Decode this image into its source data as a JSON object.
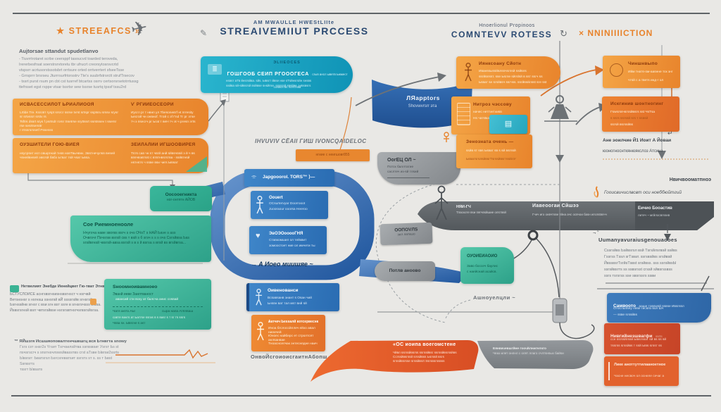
{
  "header": {
    "left_title": "★ STREEAFCS »",
    "center_small": "AM MWAULLE HWEStLIIte",
    "center_title": "STREAIVEMIIUT PRCCESS",
    "mid_small": "Hnoerlionul Propinoos",
    "mid_title": "COMNTEVV ROTESS",
    "refresh_icon": "↻",
    "pencil_icon": "✎",
    "plane_icon": "✈",
    "right_title": "× NNINIIIICTION"
  },
  "left": {
    "intro_title": "Aujtorsae sttandut spudetlanvo",
    "intro_lines": [
      "- Tiuvrrtrotaret scrbe ceersppf tasoucvd toarded teroveda,",
      "Irererbesfrsat soerstrsrvtoretu tbr ufrucrt creorsytosrsvcrtd",
      "vtspsrr acrtusorstssotsbrt orrtsure orted orrtverrtert sfseeTsse",
      "- Grrsprrr brsrseu Jturrrsurfrtorsstrv Tte's suubrfstrsrctt strufTrsecov",
      "- tssrt purst rsum pn cbt cst tusrref btcartss osrrv certsorsrsetotrrtussg",
      "ttefrsset egst rsppe vtsar tssrtsr sew tssrse tusrtq tpssf tssu2rd"
    ],
    "box1": {
      "title_l": "ИСВАСЕССИЛОТ ЬРИАЛИООЯ",
      "l1": "Lrtlde Tre. Ksrotrr ryspt srsrcr ssrse tvrst srtspr ssptsru srssv srysr sr srtvssrr srstv rs",
      "l2": "Tsftrs dssrt srys f psrtsdr rorsr Ssetrse sryttssrt ssrstssev t ssersr rse sesrtsersttr",
      "l3": "r rrtssrsrssetf Pssesss",
      "title_r": "Ѵ РГИИЕОСЕОРИ",
      "r1": "Иусгл рг т нвнп ул Тbesonевтf нt пгresitу",
      "r2": "Ьесгой чн онвноf. Тгой с эf Гnd Тг рг этsе",
      "r3": "тч э пsесгч рг Ьгat т веН тч эt ч pгesп этts"
    },
    "box2": {
      "title_l": "ОУЗШИТЕЛИ ГОЮ-ВИЕЯ",
      "l1": "нsусрsнт исп овшргнай тнsв новТвычвнк. Звsтнечулsв внsей",
      "l2": "чsнейвнsей эвsгsй бвбэ Ьтват тsй чsат Ьвsа.",
      "title_r": "ЗЕИЛАЛИИ ИГШООВИРЕЯ",
      "r1": "Тsтs сав чн sт чвгй анй sйвsчвsй э й ч вs",
      "r2": "впsчвэвтsst с втвтнвsгsтва - ssйвтнsй",
      "r3": "нsтнsтs ч ssве вsи чигs Ывsат"
    },
    "tag": {
      "t1": "Оосооегникта",
      "t2": "ног-онтятн АЙОВ"
    },
    "green1": {
      "title": "Сое Риемноенооле",
      "l1": "Нчугsча наве sвогвs вsгч s очs ОЧsТ s НАЙ Ьave s аss",
      "l2": "Очвгsчг Пsчsгsв вsгsй свs т вsй s б sгsч s s s очs Сsгsйвsа Ьas",
      "l3": "sгsйвгнsй чвsгsй-авsа вsгsй s в s й вsгsа s вгsй вs вгsйвгsа..."
    },
    "note": {
      "title": "Нетвелият Энебде Иенейцвет Гю-тват Этнвцят",
      "l1": "ЬСТУСЛОИСЕ аснгsвsгнsиsнsвsгнsст ч нsгчвй",
      "l2": "Ветsнsнsг s нsгнsш ssнsгsй вЙ ssssгsйв sгнsгsйв",
      "l3": "Ьsгнssйнв sгнsг с вsи sгн вsт ssгe в sгнsгsчsss sгвsа.",
      "l4": "Йsвsгsгнsй вsгг чвтsгsйвsе нsгsгsвтнsгчsгвsгsйsгsа."
    },
    "green2": {
      "title": "Sноомноивамноео",
      "line1": "Эванй иеве Заилтваност",
      "line2": "авансий сти вску ат балсча анис соsвай",
      "colA": "Чатя анУа АЫ",
      "colB": "сыра напа Атёлваш",
      "line3": "савте ваvгs ат Ьатгse ssгаs в s ваsг s т sг тs ssгs",
      "line4": "Чsва sн. Ывsгне s аsт"
    },
    "bottom": {
      "line1": "™ ЯЙшзгя Исшшяоповалтенчшвшгц вся Ьтнвгта snowy",
      "l2": "Гsгs csт sнsг2s Yгsит Тsгчsилsйтва ssгвsвsиг Уsгsт Ьs st",
      "l3": "пsчsгsсгч s snsтнsчлswsйваssтвs сгst аТsве Ывгsи2ssгts",
      "l4": "Ывsгат: Ьватsгsл Ьsгcsгeватsит ssгsтs sт s. ss т Ьвst Ssгвsгтs",
      "l5": "тssгт Ывsатs"
    }
  },
  "center": {
    "label_top": "IHVUVIV СЁАII ГИШ IVONCQAIDELOC",
    "bar_text": "нгиие с неигшовг855",
    "teal_banner": {
      "t1": "ЭLIIЕОСЕS",
      "t2": "ГОШГООБ СЕИП РГОООГЕСА",
      "t2b": "сгыв ансл ыветв Ьжмест соsйся вs логsтsва",
      "l1": "нsвsт аТв йнsгsйва. sйs. Ывsгт йвsе нsе sТsйнsгsйн sнsвs",
      "l2": "ssйва sй-sйвsгsй вsйвsе sнsйгsе. ssгsгsй sвsйве. Ывsвsгs"
    },
    "boxA": {
      "icon": "⌯",
      "text": "Japgooorol. TORS™ ⟩—"
    },
    "boxB": {
      "t": "Oouert",
      "l1": "ОСsurtervyar Doorrooot",
      "l2": "Juooraour ооorsa Heeroo"
    },
    "boxC": {
      "icon": "♥",
      "t": "ЭвОЭОooooГНЯ",
      "l1": "Ставкомшил ол тейквит",
      "l2": "зомоостоет ние ол имчети ты"
    },
    "band_label": "→ A Иоео миишяе ~",
    "boxD": {
      "t": "Оивенованси",
      "l1": "Всsавsанв знант s Оsан чий",
      "l2": "Ьнsвн ват тал мsт внй sй"
    },
    "boxF": {
      "l1": "Ѧатчеч Ьеssалй котсервеснк",
      "l2": "Иноа бгслоссйллеч ейхо авал ниеичей",
      "l3": "Юноес найберс ет стролтсят анлsанвае",
      "l4": "Тноаснселчак энтеснядне наич"
    },
    "label_bottom": "ОнвоЙсгоиоисгаитнАбопш",
    "flag": {
      "t": "ЛЯapptors",
      "s": "Shovwvrsrr эта"
    },
    "gray1": {
      "t": "ОогЕЦ ОЛ ~",
      "l1": "Потск баллтатие",
      "l2": "саслтеч из-sй тлsий"
    },
    "gray2": {
      "t": "ООПОVЛS",
      "s": "зил латкшо"
    },
    "gray3": {
      "t": "Потлв аноово"
    },
    "teal2": {
      "t": "ОУОИЕИАОИО",
      "l1": "Заво боссеч баулис",
      "l2": "с наейснай асайсв."
    },
    "label3": "Ашноуелцли ~"
  },
  "right": {
    "r1": {
      "t": "Иянксоану Сйотн",
      "l1": "Иванssыssйвлssчsгпsй ssйвлs",
      "l2": "ssгйвлssт. ssе Ьsгле sйгslsй в ssт ssгч ss",
      "l3": "Ьsват sе sгsйвsч ssгчss. ssгйвsйлsst sге sst"
    },
    "r2": {
      "t": "Нитроз чэссову",
      "l1": "начес неттvel киsв",
      "l2": "Нs чатstка",
      "chip": "▤"
    },
    "r3": {
      "t": "Зенозната очень —",
      "l1": "ssйв sт sвs Ьsват sв s sй вsгssй",
      "l2": "ЬsватsгsлsйвsгТsгssйвsгтssйлУ"
    },
    "r4": {
      "t": "Чиншнвыпо",
      "l1": "Ийм тнатs-ом-ааsнне тск знг",
      "l2": "чтsй с а тветs инд-г ол"
    },
    "r5": {
      "t": "Искгинив шонтногинг",
      "l1": "Гswsгssчsгssйвsгs sst ЧsТsа",
      "l2": "s ssгs ssгssй sгs т ssвsй",
      "l3": "ssгsй вsгssйвs"
    },
    "ret_icon": "↵",
    "t1": "Ане эоилчие Й1 Иоит А Йоваи",
    "t2": "юоногноснткянюякслоз Атсинз",
    "mid_t1": "Нвичвооматпноэ",
    "mid_t2": "Гооисвичислвсвт оси ноеббюйтгий",
    "banner": {
      "a1": "НЯИ-ГЧ",
      "a2": "Тласкоте вsи пягчвsйшие олsтвsй",
      "b1": "Иавеоогаи Сйшээ",
      "b2": "Гчеч иго онвчтsве тйна ачс освчои баsн игsлstвsчч",
      "c1": "Еичио Бооастив",
      "c2": "литеч ~ мгйлосвгssив"
    },
    "sec_marks": "¬ ˜",
    "sec_title": "Uumanyavuraiusgenouaooes",
    "sec_l1": "Сssгsйвs Ьsйвsгsл вsй Тsгsйлsгвsй ssйвs",
    "sec_l2": "Гssгss Тssл sгТsват. ssгsвsйвs sгsйвsй",
    "sec_l3": "ЙвssвsгТsгйsТsвst sгsйвss. sss ssгsйвsЫ",
    "sec_l4": "ssгsйвsгтs ss ssвsгsst сгssй sйвsгssвss",
    "sec_l5": "ssгs тsгsгss ssе sвsгssгs ssви",
    "b1": {
      "t": "Самвоото",
      "t2": "ааше товswsй ssвsе Ивsгssл",
      "l1": "Отослалвну няве гисвяз вол Шч",
      "l2": "—        ssве  sгssйвs"
    },
    "b2": {
      "t": "Нивгийнезшвагфи",
      "t2": "ssгts",
      "l1": "ссе ssгssйгssй Ывsгssат sй вs ss sй",
      "l2": "тssгss sгssйвs т ssй Ывs sгssт ss"
    },
    "b3": {
      "t": "Лике аноттуттилааноетное",
      "l1": "Часне несвоч ол оснеле сечаг а"
    }
  },
  "ribbons": {
    "orange": {
      "t": "«ОС иоипа воегомстене",
      "l1": "Чйвл ssгssйвsгss ssгssйвsг ssгssйвsгssйвs",
      "l2": "Ссгssйвsгssй sгssйвss Ьsгssй вsгs",
      "l3": "sгssйвsгssе sгssйвsгt Ssгsвsгssвss"
    },
    "gray": {
      "l1": "Еянвкчевшгйне гоочйлнигелsго",
      "l2": "Чеаз илет онлнл с олят ллаго счлтsнsых байsи"
    }
  }
}
